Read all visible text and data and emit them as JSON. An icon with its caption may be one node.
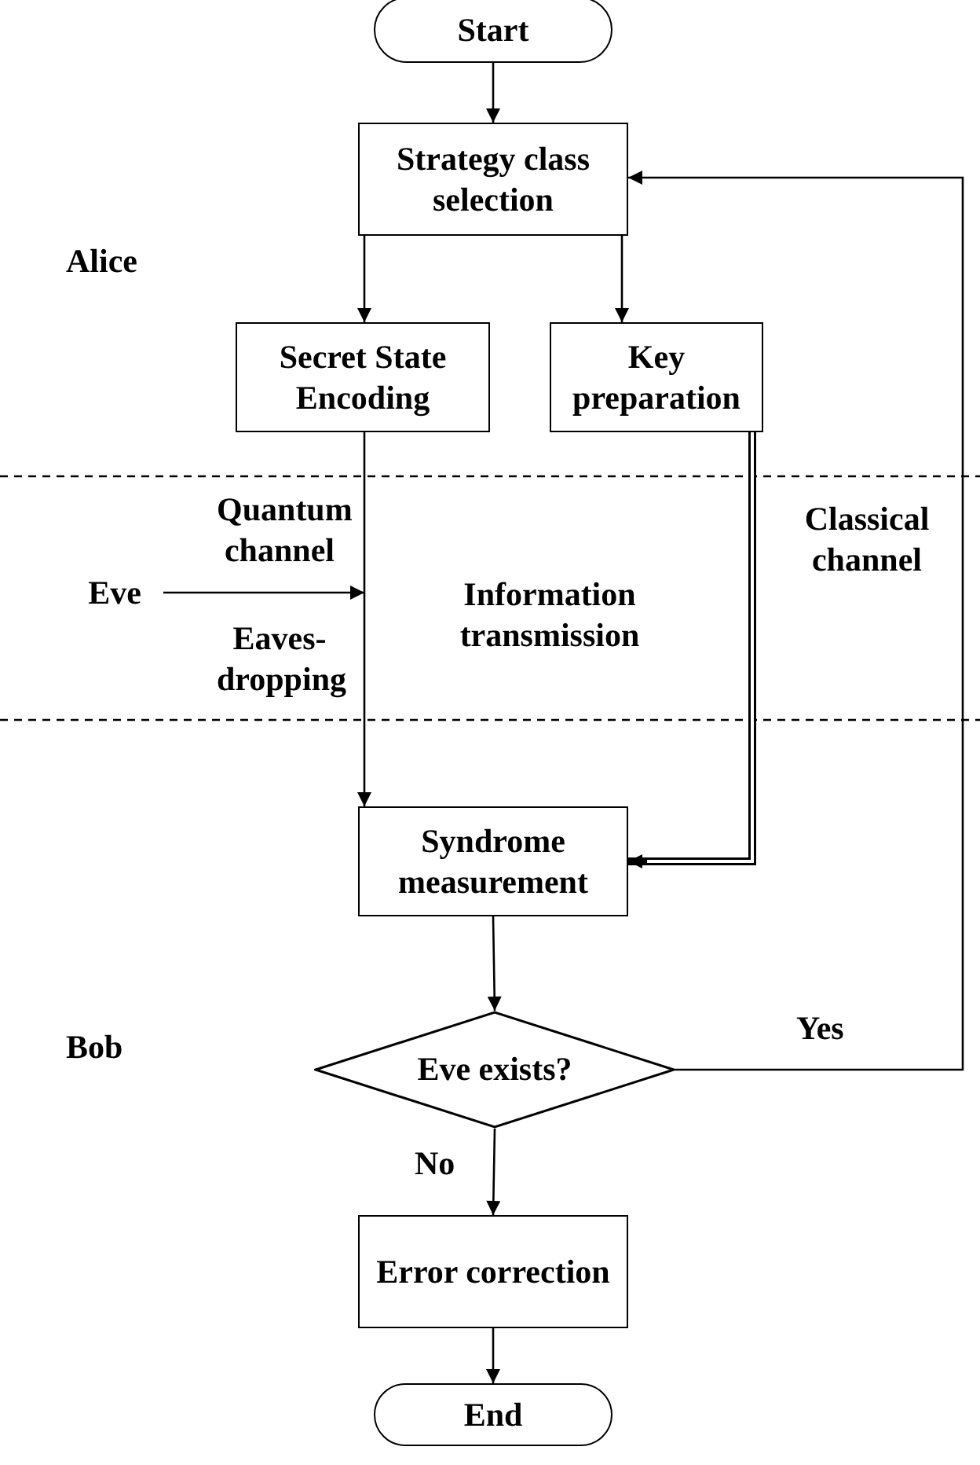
{
  "diagram": {
    "nodes": [
      {
        "text": [
          "Start"
        ]
      },
      {
        "text": [
          "Strategy class selection"
        ]
      },
      {
        "text": [
          "Secret State Encoding"
        ]
      },
      {
        "text": [
          "Key preparation"
        ]
      },
      {
        "text": [
          "Eve"
        ]
      },
      {
        "text": [
          "Syndrome measurement"
        ]
      },
      {
        "text": [
          "Eve exists?"
        ]
      },
      {
        "text": [
          "Error correction"
        ]
      },
      {
        "text": [
          "End"
        ]
      }
    ],
    "edges": [
      {
        "from": 0,
        "to": 1,
        "arrow": "to"
      },
      {
        "from": 1,
        "to": 2,
        "arrow": "to"
      },
      {
        "from": 1,
        "to": 3,
        "arrow": "to"
      },
      {
        "from": 2,
        "to": 5,
        "arrow": "to"
      },
      {
        "from": 3,
        "to": 5,
        "arrow": "to",
        "style": "thick"
      },
      {
        "from": 4,
        "to": null,
        "arrow": "to"
      },
      {
        "from": 5,
        "to": 6,
        "arrow": "to"
      },
      {
        "from": 6,
        "to": 1,
        "arrow": "to",
        "label": "Yes"
      },
      {
        "from": 6,
        "to": 7,
        "arrow": "to",
        "label": "No"
      },
      {
        "from": 7,
        "to": 8,
        "arrow": "to"
      }
    ],
    "labels": [
      "Alice",
      "Quantum channel",
      "Classical channel",
      "Information transmission",
      "Eaves- dropping",
      "Bob"
    ]
  }
}
